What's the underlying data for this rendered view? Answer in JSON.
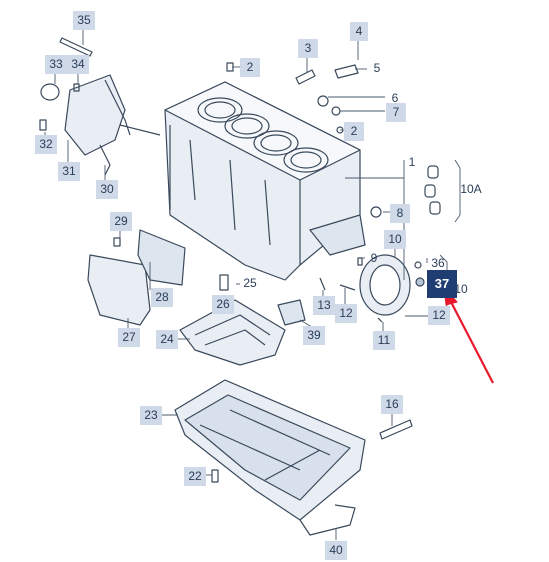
{
  "diagram": {
    "parts": [
      {
        "id": "p35",
        "label": "35"
      },
      {
        "id": "p33",
        "label": "33"
      },
      {
        "id": "p34",
        "label": "34"
      },
      {
        "id": "p32",
        "label": "32"
      },
      {
        "id": "p31",
        "label": "31"
      },
      {
        "id": "p30",
        "label": "30"
      },
      {
        "id": "p29",
        "label": "29"
      },
      {
        "id": "p28",
        "label": "28"
      },
      {
        "id": "p27",
        "label": "27"
      },
      {
        "id": "p2a",
        "label": "2"
      },
      {
        "id": "p3",
        "label": "3"
      },
      {
        "id": "p4",
        "label": "4"
      },
      {
        "id": "p5",
        "label": "5"
      },
      {
        "id": "p6",
        "label": "6"
      },
      {
        "id": "p7",
        "label": "7"
      },
      {
        "id": "p2b",
        "label": "2"
      },
      {
        "id": "p1",
        "label": "1"
      },
      {
        "id": "p10A",
        "label": "10A"
      },
      {
        "id": "p8",
        "label": "8"
      },
      {
        "id": "p10a",
        "label": "10"
      },
      {
        "id": "p9",
        "label": "9"
      },
      {
        "id": "p36",
        "label": "36"
      },
      {
        "id": "p37",
        "label": "37"
      },
      {
        "id": "p10b",
        "label": "10"
      },
      {
        "id": "p25",
        "label": "25"
      },
      {
        "id": "p13",
        "label": "13"
      },
      {
        "id": "p12a",
        "label": "12"
      },
      {
        "id": "p11",
        "label": "11"
      },
      {
        "id": "p12b",
        "label": "12"
      },
      {
        "id": "p39",
        "label": "39"
      },
      {
        "id": "p26",
        "label": "26"
      },
      {
        "id": "p24",
        "label": "24"
      },
      {
        "id": "p23",
        "label": "23"
      },
      {
        "id": "p16",
        "label": "16"
      },
      {
        "id": "p22",
        "label": "22"
      },
      {
        "id": "p40",
        "label": "40"
      }
    ],
    "selected_part": "37",
    "colors": {
      "callout_bg": "#cfd9e8",
      "callout_selected_bg": "#1f3d73",
      "arrow": "#e8192c",
      "line_art": "#3a4a5c"
    }
  }
}
